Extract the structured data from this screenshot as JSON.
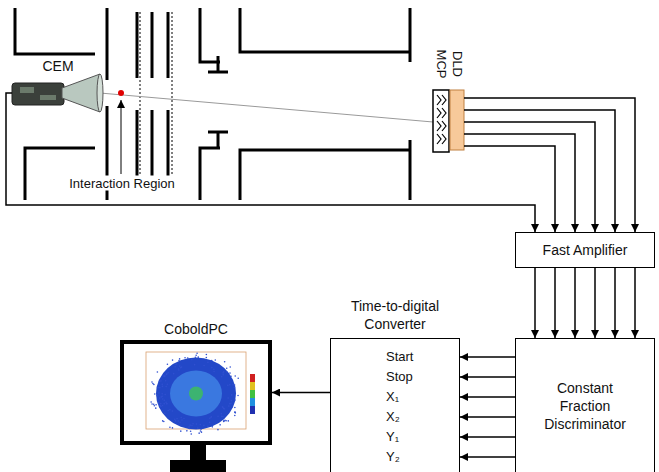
{
  "diagram": {
    "nodes": [
      {
        "text": [
          "Fast Amplifier"
        ]
      },
      {
        "text": [
          "Constant Fraction Discriminator"
        ]
      },
      {
        "text": [
          "Time-to-digital Converter",
          "Start",
          "Stop",
          "X₁",
          "X₂",
          "Y₁",
          "Y₂"
        ]
      },
      {
        "text": [
          "CoboldPC"
        ]
      }
    ],
    "edges": [
      {
        "from": 0,
        "to": 1,
        "arrow": "to"
      },
      {
        "from": 0,
        "to": 1,
        "arrow": "to"
      },
      {
        "from": 0,
        "to": 1,
        "arrow": "to"
      },
      {
        "from": 0,
        "to": 1,
        "arrow": "to"
      },
      {
        "from": 0,
        "to": 1,
        "arrow": "to"
      },
      {
        "from": 0,
        "to": 1,
        "arrow": "to"
      },
      {
        "from": 1,
        "to": 2,
        "arrow": "to"
      },
      {
        "from": 1,
        "to": 2,
        "arrow": "to"
      },
      {
        "from": 1,
        "to": 2,
        "arrow": "to"
      },
      {
        "from": 1,
        "to": 2,
        "arrow": "to"
      },
      {
        "from": 1,
        "to": 2,
        "arrow": "to"
      },
      {
        "from": 1,
        "to": 2,
        "arrow": "to"
      },
      {
        "from": 2,
        "to": 3,
        "arrow": "to"
      }
    ],
    "labels": [
      "CEM",
      "Interaction Region",
      "MCP",
      "DLD"
    ]
  }
}
